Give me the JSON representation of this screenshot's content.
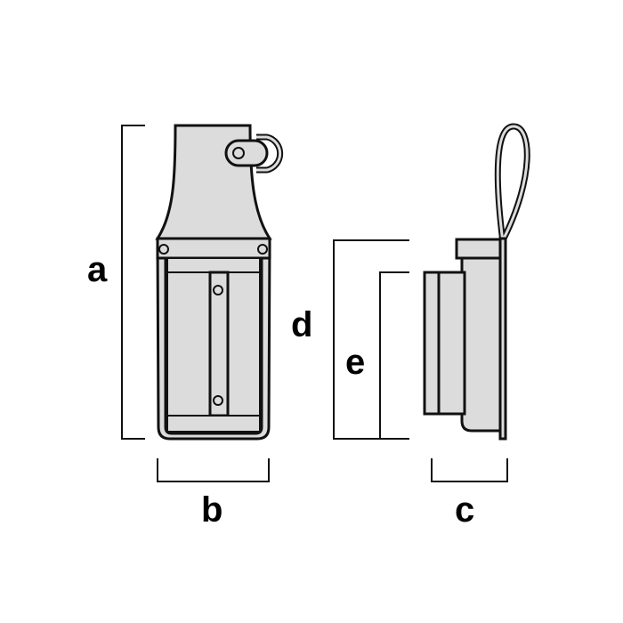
{
  "diagram": {
    "labels": {
      "a": "a",
      "b": "b",
      "c": "c",
      "d": "d",
      "e": "e"
    },
    "colors": {
      "fill": "#dcdcdc",
      "stroke": "#111111"
    }
  }
}
